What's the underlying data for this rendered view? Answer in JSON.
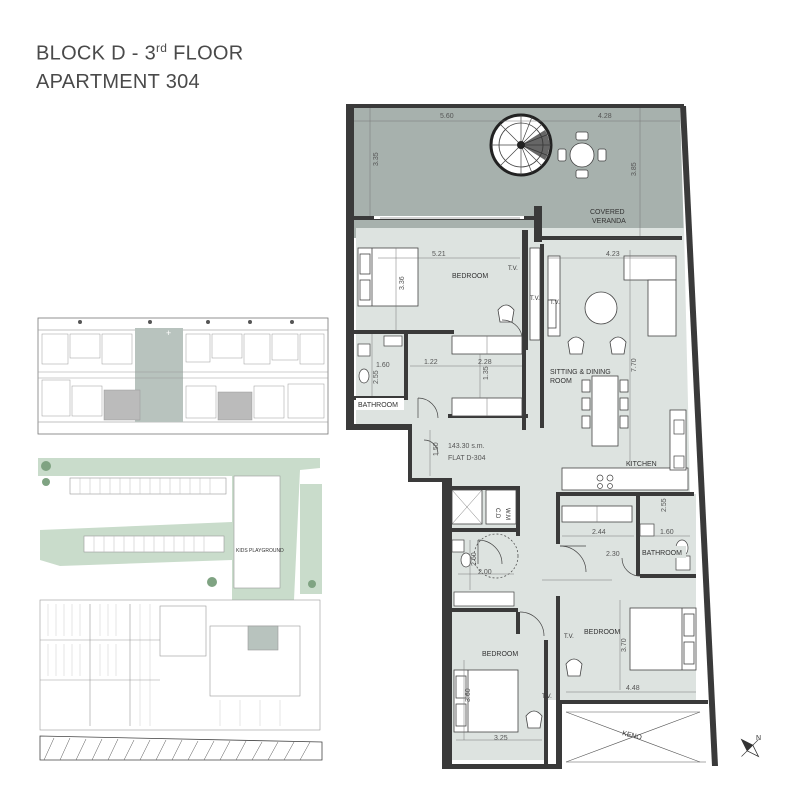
{
  "header": {
    "title_prefix": "BLOCK D - 3",
    "title_sup": "rd",
    "title_suffix": " FLOOR",
    "subtitle": "APARTMENT 304"
  },
  "rooms": {
    "veranda_line1": "COVERED",
    "veranda_line2": "VERANDA",
    "bedroom_top": "BEDROOM",
    "bathroom_left": "BATHROOM",
    "sitting_line1": "SITTING & DINING",
    "sitting_line2": "ROOM",
    "kitchen": "KITCHEN",
    "bathroom_right": "BATHROOM",
    "bedroom_right": "BEDROOM",
    "bedroom_bottom": "BEDROOM",
    "keno": "KENO",
    "wm": "W.M",
    "cd": "C.D",
    "tv1": "T.V.",
    "tv2": "T.V.",
    "tv3": "T.V.",
    "tv4": "T.V.",
    "tv5": "T.V.",
    "area": "143.30 s.m.",
    "flat": "FLAT D-304"
  },
  "dimensions": {
    "d560": "5.60",
    "d428": "4.28",
    "d335": "3.35",
    "d385": "3.85",
    "d521": "5.21",
    "d336": "3.36",
    "d423": "4.23",
    "d160a": "1.60",
    "d122": "1.22",
    "d228": "2.28",
    "d255a": "2.55",
    "d135": "1.35",
    "d770": "7.70",
    "d150": "1.50",
    "d244": "2.44",
    "d160b": "1.60",
    "d255b": "2.55",
    "d230": "2.30",
    "d260": "2.60",
    "d200": "2.00",
    "d370": "3.70",
    "d448": "4.48",
    "d360": "3.60",
    "d325": "3.25"
  },
  "site": {
    "kids_playground": "KIDS PLAYGROUND"
  },
  "compass": {
    "north": "N"
  },
  "colors": {
    "veranda": "#a7b1ad",
    "interior": "#dde3e0",
    "walls": "#3a3a3a",
    "site_green": "#c9dccb",
    "highlight": "#8fa198"
  }
}
